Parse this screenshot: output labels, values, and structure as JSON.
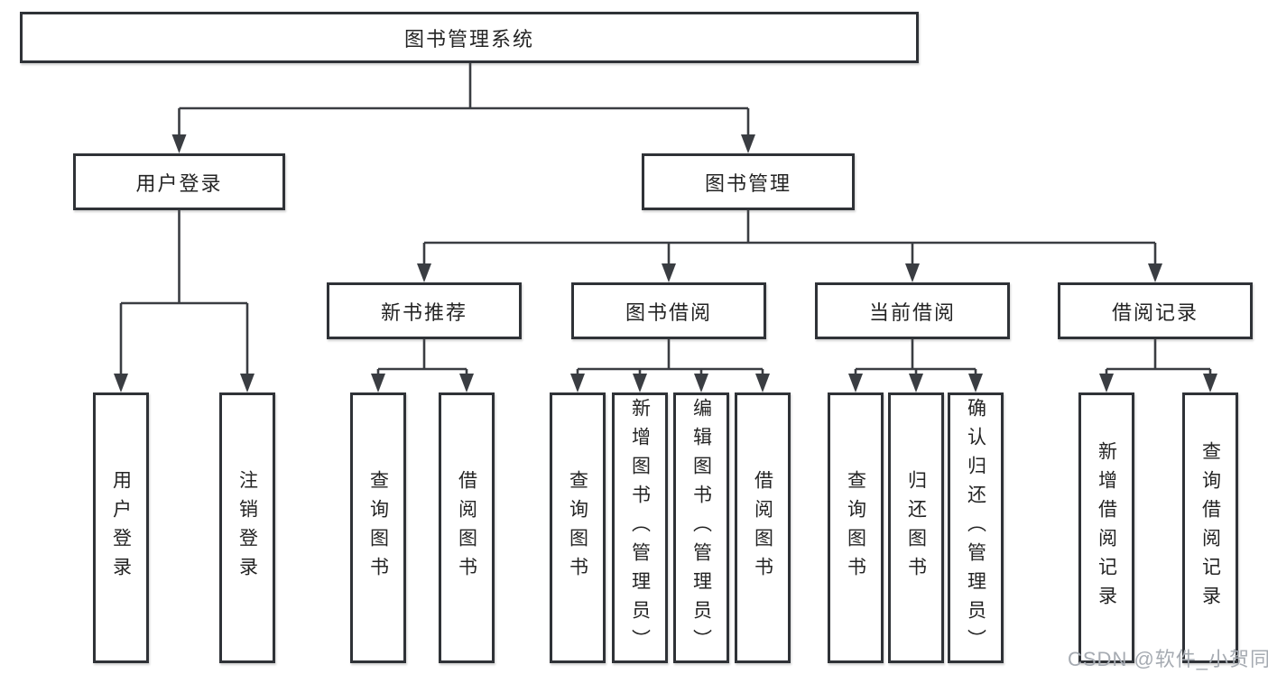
{
  "colors": {
    "background": "#ffffff",
    "line": "#3a3d42",
    "box_border": "#2f3237",
    "text": "#242424",
    "watermark": "#a6abb2"
  },
  "watermark": {
    "text": "CSDN @软件_小贺同学"
  },
  "tree": {
    "label": "图书管理系统",
    "children": [
      {
        "label": "用户登录",
        "children": [
          {
            "label": "用户登录"
          },
          {
            "label": "注销登录"
          }
        ]
      },
      {
        "label": "图书管理",
        "children": [
          {
            "label": "新书推荐",
            "children": [
              {
                "label": "查询图书"
              },
              {
                "label": "借阅图书"
              }
            ]
          },
          {
            "label": "图书借阅",
            "children": [
              {
                "label": "查询图书"
              },
              {
                "label": "新增图书（管理员）"
              },
              {
                "label": "编辑图书（管理员）"
              },
              {
                "label": "借阅图书"
              }
            ]
          },
          {
            "label": "当前借阅",
            "children": [
              {
                "label": "查询图书"
              },
              {
                "label": "归还图书"
              },
              {
                "label": "确认归还（管理员）"
              }
            ]
          },
          {
            "label": "借阅记录",
            "children": [
              {
                "label": "新增借阅记录"
              },
              {
                "label": "查询借阅记录"
              }
            ]
          }
        ]
      }
    ]
  }
}
